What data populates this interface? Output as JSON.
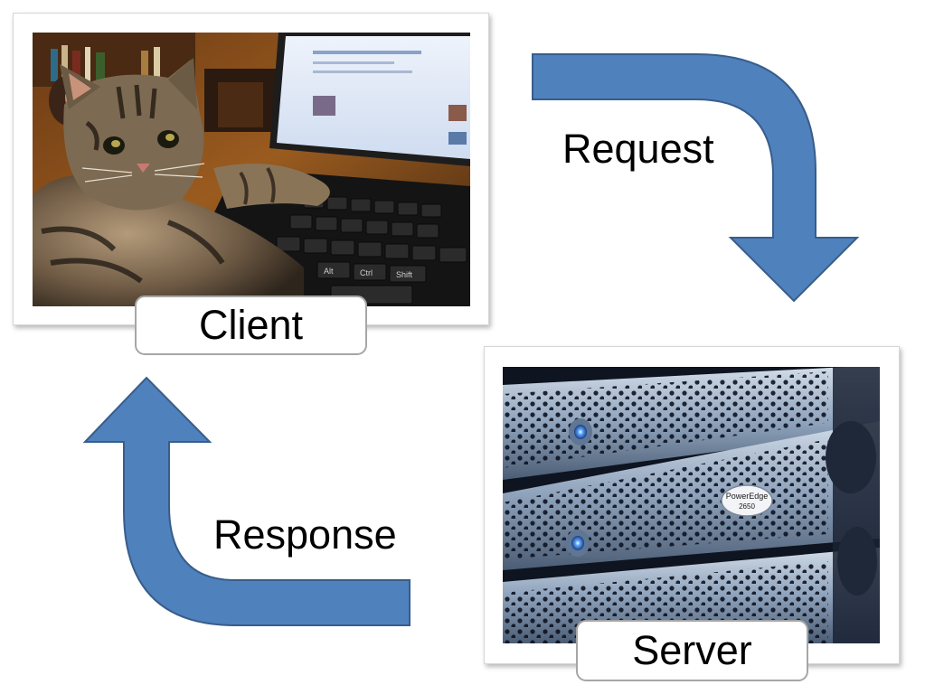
{
  "client": {
    "label": "Client",
    "image": "kitten-on-laptop-photo",
    "keyboard_keys": [
      "Alt",
      "Ctrl",
      "Shift"
    ]
  },
  "server": {
    "label": "Server",
    "image": "rack-server-photo",
    "badge_brand": "PowerEdge",
    "badge_model": "2650"
  },
  "flows": {
    "request": "Request",
    "response": "Response"
  },
  "colors": {
    "arrow_fill": "#4f81bd",
    "arrow_stroke": "#385d8a",
    "label_border": "#a6a6a6"
  }
}
